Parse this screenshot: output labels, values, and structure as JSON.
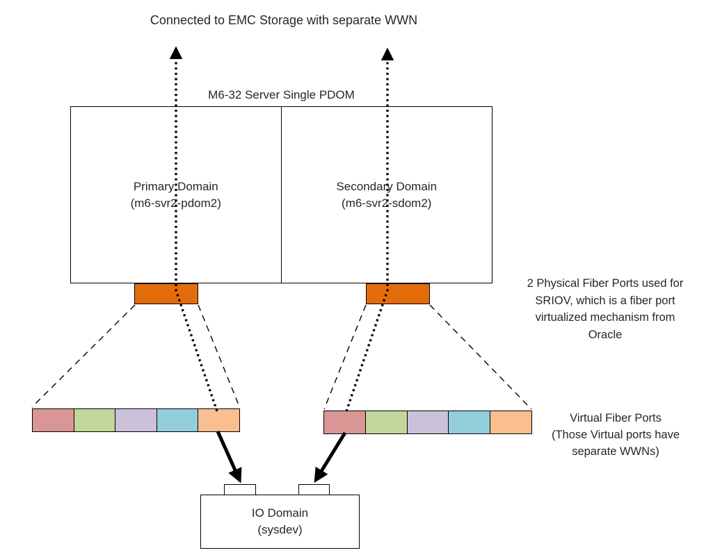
{
  "labels": {
    "storage_connection": "Connected to EMC Storage with separate WWN",
    "server_title": "M6-32 Server Single PDOM",
    "physical_ports_note": [
      "2 Physical Fiber Ports used for",
      "SRIOV, which is a fiber port",
      "virtualized mechanism from",
      "Oracle"
    ],
    "virtual_ports_note": [
      "Virtual Fiber Ports",
      "(Those Virtual ports have",
      "separate WWNs)"
    ]
  },
  "domains": {
    "primary": {
      "name": "Primary Domain",
      "hostname": "(m6-svr2-pdom2)"
    },
    "secondary": {
      "name": "Secondary Domain",
      "hostname": "(m6-svr2-sdom2)"
    },
    "io": {
      "name": "IO Domain",
      "hostname": "(sysdev)"
    }
  },
  "colors": {
    "physical_port": "#e36c0a",
    "virtual_port_cells": [
      "#d99694",
      "#c3d69b",
      "#ccc1da",
      "#92cddc",
      "#fabf8f"
    ]
  }
}
